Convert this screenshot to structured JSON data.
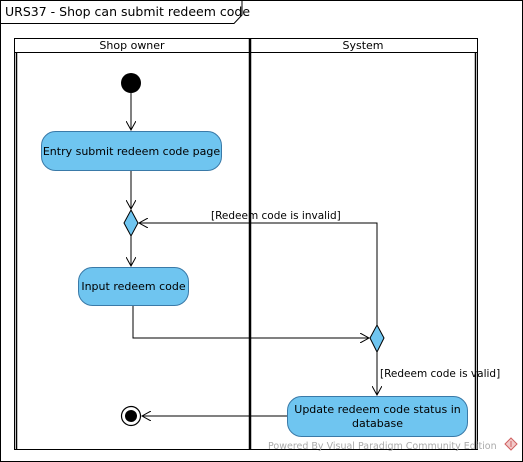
{
  "frame": {
    "title": "URS37 - Shop can submit redeem code"
  },
  "lanes": {
    "left": "Shop owner",
    "right": "System"
  },
  "nodes": {
    "entry": "Entry submit redeem code page",
    "input": "Input redeem code",
    "update": {
      "line1": "Update redeem code status in",
      "line2": "database"
    }
  },
  "guards": {
    "invalid": "[Redeem code is invalid]",
    "valid": "[Redeem code is valid]"
  },
  "watermark": "Powered By Visual Paradigm Community Edition",
  "colors": {
    "action_fill": "#6fc5f0",
    "stroke": "#000000",
    "node_stroke": "#3a7aa8"
  }
}
